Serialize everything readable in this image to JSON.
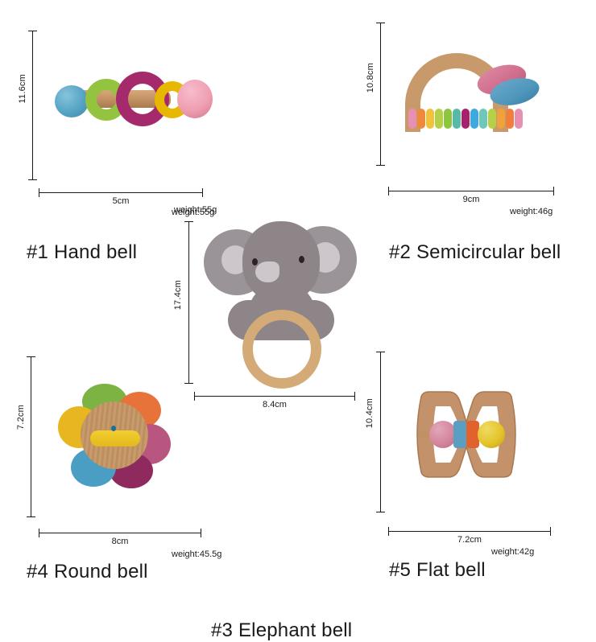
{
  "page": {
    "background": "#ffffff",
    "line_color": "#1a1a1a"
  },
  "products": [
    {
      "id": "hand-bell",
      "title": "#1 Hand bell",
      "height": "11.6cm",
      "width": "5cm",
      "weight": "weight:55g",
      "colors": {
        "rod": "#c59466",
        "cap_left": "#5fa8c9",
        "ring_green": "#93c33f",
        "ring_magenta": "#a52a6b",
        "ring_yellow": "#e8b700",
        "cap_right": "#ef9fb0"
      }
    },
    {
      "id": "semicircular-bell",
      "title": "#2 Semicircular bell",
      "height": "10.8cm",
      "width": "9cm",
      "weight": "weight:46g",
      "colors": {
        "wood": "#c89a6b",
        "disc_pink": "#d4738f",
        "disc_blue": "#4f97bd",
        "beads": [
          "#e890b4",
          "#ef8a3c",
          "#f0c33a",
          "#b6cf4a",
          "#8cc63f",
          "#57b9a6",
          "#a8216b",
          "#3fa9dd",
          "#6dc8b9",
          "#b5d14a",
          "#f0a23a",
          "#ef7f3c",
          "#e890b4"
        ]
      }
    },
    {
      "id": "elephant-bell",
      "title": "#3 Elephant bell",
      "height": "17.4cm",
      "width": "8.4cm",
      "weight": "weight:55g",
      "colors": {
        "yarn": "#8e8588",
        "ear_inner": "#cdc7cc",
        "ring_wood": "#d4ab77"
      }
    },
    {
      "id": "round-bell",
      "title": "#4 Round bell",
      "height": "7.2cm",
      "width": "8cm",
      "weight": "weight:45.5g",
      "colors": {
        "center_wood": "#c89b6d",
        "bar": "#edc31f",
        "petals": [
          "#7cb342",
          "#e8733a",
          "#e8b620",
          "#b8567f",
          "#8e2a5e",
          "#4a9ec4",
          "#e8d13a"
        ]
      }
    },
    {
      "id": "flat-bell",
      "title": "#5 Flat bell",
      "height": "10.4cm",
      "width": "7.2cm",
      "weight": "weight:42g",
      "colors": {
        "wood": "#c09165",
        "ball_pink": "#d4869d",
        "disc_blue": "#5a9ec4",
        "disc_orange": "#e2622c",
        "ball_yellow": "#e5c42c"
      }
    }
  ]
}
